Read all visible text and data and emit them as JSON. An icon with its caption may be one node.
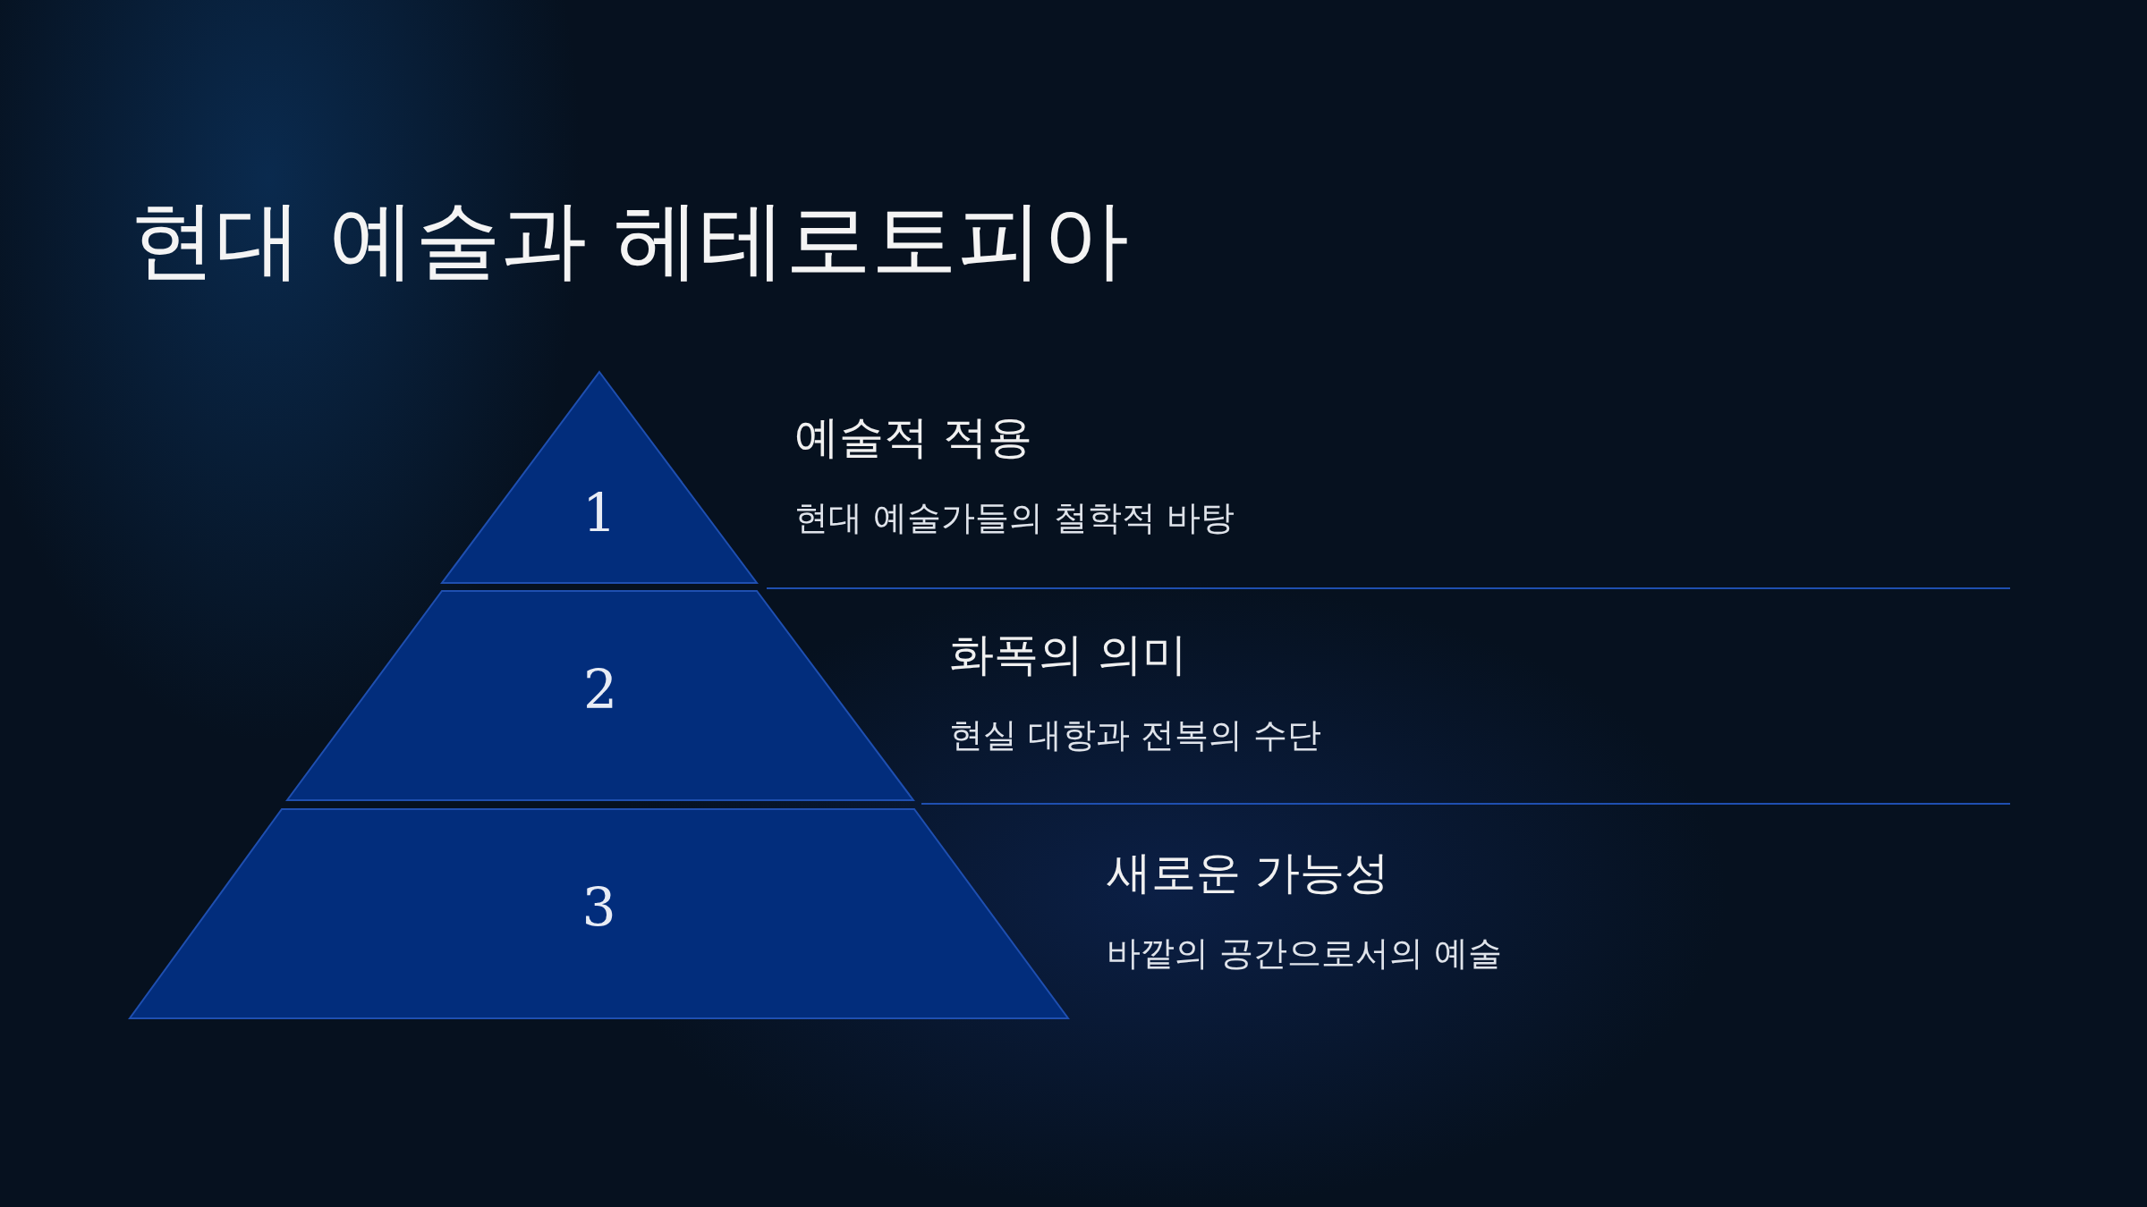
{
  "diagram": {
    "title": "현대 예술과 헤테로토피아",
    "nodes": [
      {
        "text": [
          "1"
        ],
        "beside": [
          "예술적 적용",
          "현대 예술가들의 철학적 바탕"
        ]
      },
      {
        "text": [
          "2"
        ],
        "beside": [
          "화폭의 의미",
          "현실 대항과 전복의 수단"
        ]
      },
      {
        "text": [
          "3"
        ],
        "beside": [
          "새로운 가능성",
          "바깥의 공간으로서의 예술"
        ]
      }
    ]
  }
}
